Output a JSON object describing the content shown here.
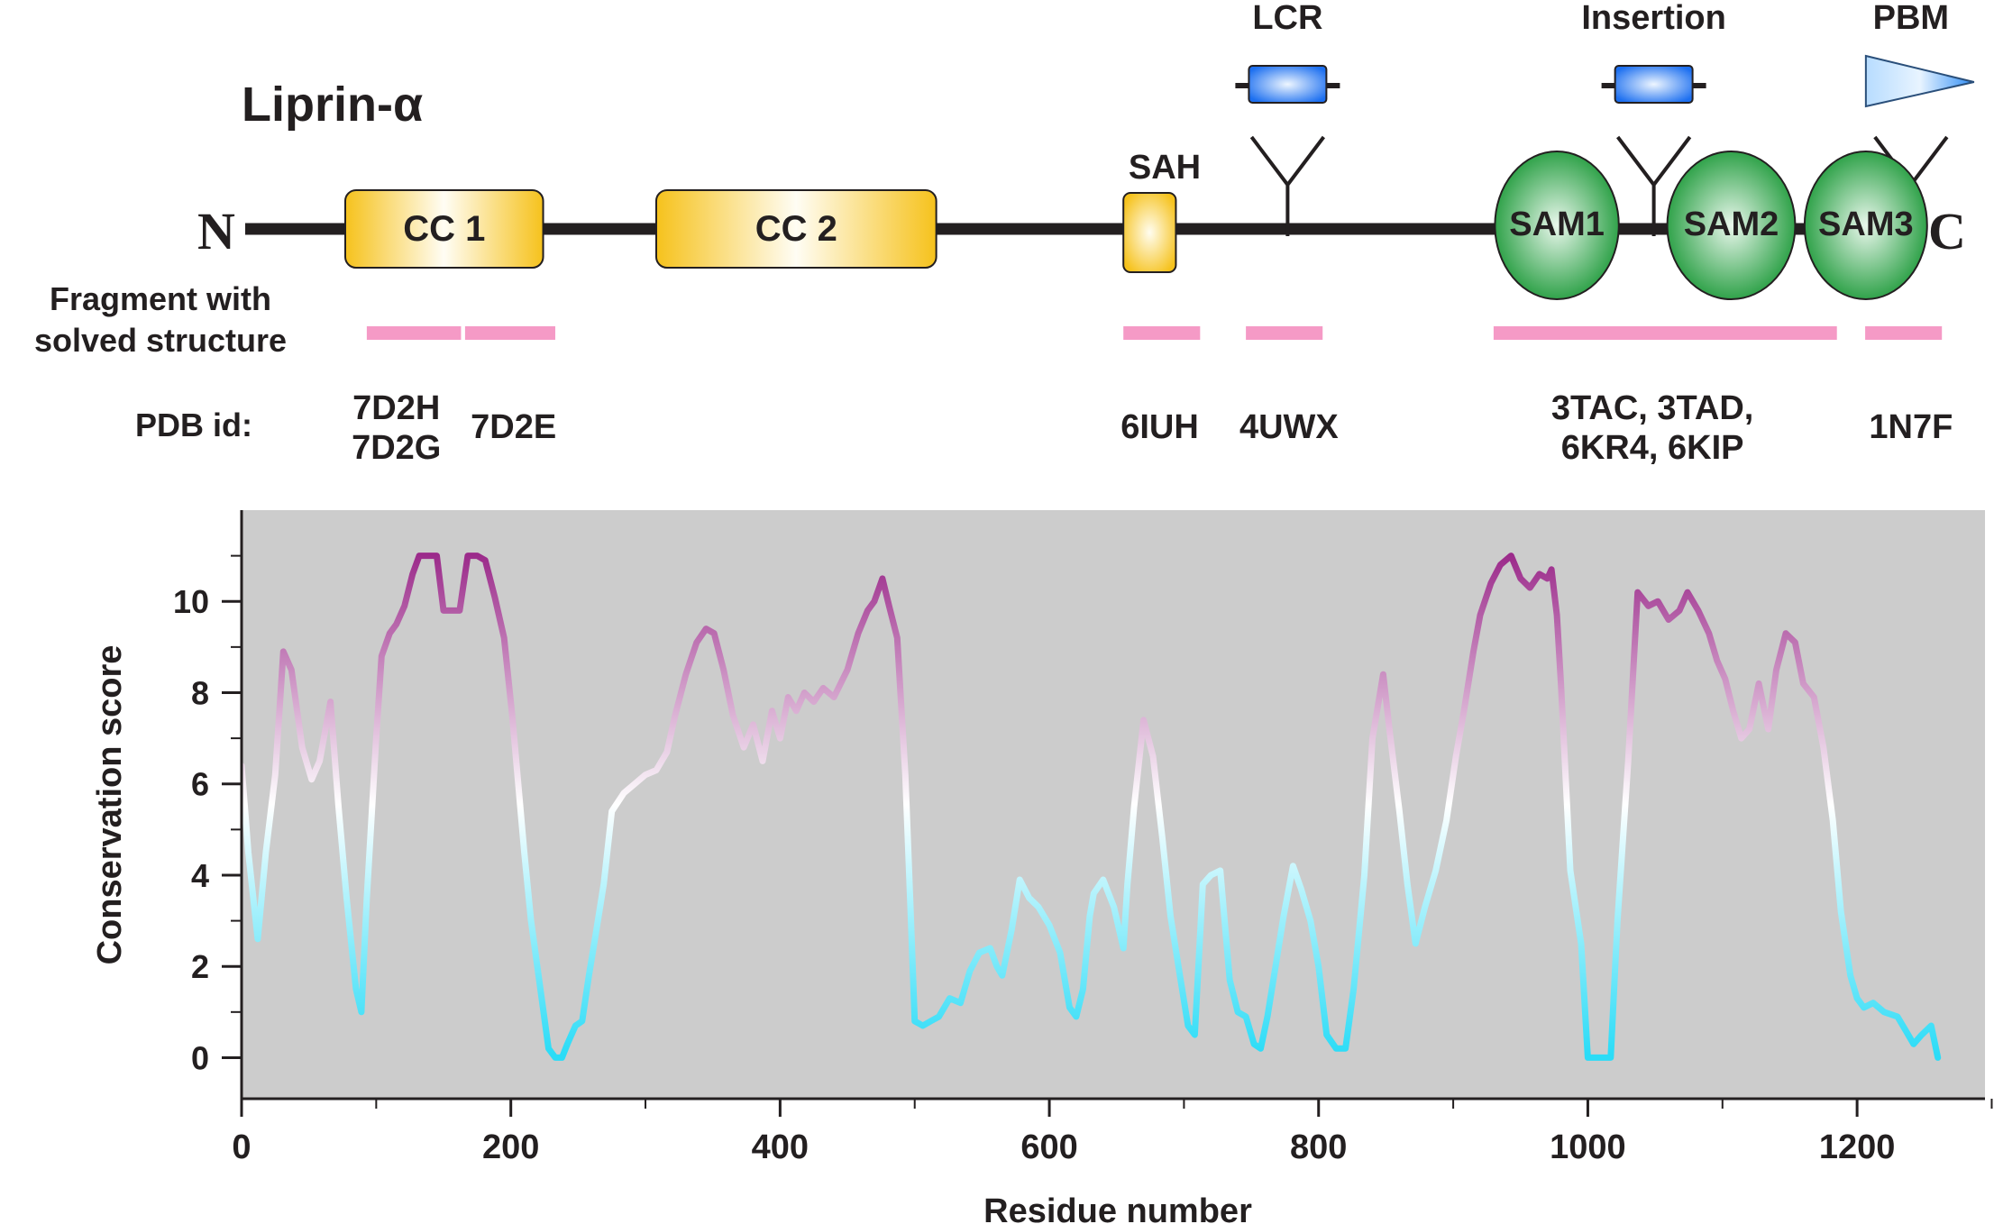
{
  "domain_diagram": {
    "protein_name": "Liprin-α",
    "n_term": "N",
    "c_term": "C",
    "domains": [
      {
        "id": "cc1",
        "label": "CC 1",
        "kind": "coiled-coil",
        "start": 77,
        "end": 224
      },
      {
        "id": "cc2",
        "label": "CC 2",
        "kind": "coiled-coil",
        "start": 308,
        "end": 516
      },
      {
        "id": "sah",
        "label": "SAH",
        "kind": "sah",
        "start": 655,
        "end": 694
      },
      {
        "id": "sam1",
        "label": "SAM1",
        "kind": "sam",
        "start": 931,
        "end": 1023
      },
      {
        "id": "sam2",
        "label": "SAM2",
        "kind": "sam",
        "start": 1059,
        "end": 1154
      },
      {
        "id": "sam3",
        "label": "SAM3",
        "kind": "sam",
        "start": 1161,
        "end": 1252
      }
    ],
    "sah_label": "SAH",
    "inserts": [
      {
        "id": "lcr",
        "label": "LCR",
        "kind": "box",
        "at": 777
      },
      {
        "id": "insertion",
        "label": "Insertion",
        "kind": "box",
        "at": 1049
      },
      {
        "id": "pbm",
        "label": "PBM",
        "kind": "triangle",
        "at": 1240
      }
    ],
    "fragment_label_line1": "Fragment with",
    "fragment_label_line2": "solved structure",
    "fragments": [
      {
        "start": 93,
        "end": 163
      },
      {
        "start": 166,
        "end": 233
      },
      {
        "start": 655,
        "end": 712
      },
      {
        "start": 746,
        "end": 803
      },
      {
        "start": 930,
        "end": 1185
      },
      {
        "start": 1206,
        "end": 1263
      }
    ],
    "pdb_label": "PDB id:",
    "pdb_ids": [
      {
        "lines": [
          "7D2H",
          "7D2G"
        ],
        "at": 115
      },
      {
        "lines": [
          "7D2E"
        ],
        "at": 202
      },
      {
        "lines": [
          "6IUH"
        ],
        "at": 682
      },
      {
        "lines": [
          "4UWX"
        ],
        "at": 778
      },
      {
        "lines": [
          "3TAC, 3TAD,",
          "6KR4, 6KIP"
        ],
        "at": 1048
      },
      {
        "lines": [
          "1N7F"
        ],
        "at": 1240
      }
    ]
  },
  "chart_data": {
    "type": "line",
    "title": "",
    "xlabel": "Residue number",
    "ylabel": "Conservation score",
    "xlim": [
      0,
      1295
    ],
    "ylim": [
      -0.9,
      12
    ],
    "xticks": [
      0,
      200,
      400,
      600,
      800,
      1000,
      1200
    ],
    "yticks": [
      0,
      2,
      4,
      6,
      8,
      10
    ],
    "background": "#cccccc",
    "color_low": "#2bdcf7",
    "color_mid": "#ffffff",
    "color_high": "#9b2a8a",
    "series": [
      {
        "x": [
          0,
          5,
          12,
          18,
          25,
          31,
          37,
          45,
          52,
          58,
          66,
          72,
          78,
          85,
          89,
          93,
          100,
          104,
          110,
          115,
          121,
          127,
          132,
          145,
          150,
          157,
          162,
          168,
          175,
          181,
          188,
          195,
          201,
          210,
          215,
          222,
          228,
          233,
          238,
          242,
          248,
          253,
          258,
          263,
          269,
          275,
          284,
          292,
          300,
          308,
          316,
          322,
          330,
          338,
          345,
          351,
          358,
          365,
          373,
          380,
          387,
          394,
          400,
          406,
          412,
          418,
          425,
          432,
          440,
          450,
          458,
          465,
          470,
          476,
          481,
          487,
          493,
          497,
          500,
          506,
          512,
          518,
          526,
          534,
          541,
          548,
          556,
          561,
          565,
          572,
          578,
          585,
          592,
          600,
          608,
          615,
          620,
          625,
          630,
          633,
          640,
          648,
          655,
          658,
          663,
          670,
          677,
          684,
          690,
          697,
          703,
          708,
          714,
          720,
          727,
          734,
          740,
          746,
          752,
          757,
          762,
          768,
          774,
          781,
          787,
          794,
          800,
          806,
          813,
          820,
          826,
          834,
          840,
          848,
          853,
          860,
          866,
          872,
          879,
          887,
          895,
          902,
          908,
          915,
          920,
          928,
          935,
          943,
          950,
          957,
          964,
          970,
          973,
          977,
          980,
          987,
          995,
          1000,
          1005,
          1010,
          1017,
          1022,
          1030,
          1037,
          1045,
          1052,
          1060,
          1068,
          1074,
          1082,
          1090,
          1096,
          1102,
          1108,
          1114,
          1120,
          1127,
          1134,
          1140,
          1147,
          1154,
          1160,
          1168,
          1175,
          1182,
          1188,
          1195,
          1200,
          1205,
          1212,
          1220,
          1230,
          1236,
          1242,
          1248,
          1255,
          1260
        ],
        "y": [
          6.4,
          4.5,
          2.6,
          4.5,
          6.2,
          8.9,
          8.5,
          6.8,
          6.1,
          6.5,
          7.8,
          5.5,
          3.5,
          1.5,
          1.0,
          3.5,
          7.0,
          8.8,
          9.3,
          9.5,
          9.9,
          10.6,
          11.0,
          11.0,
          9.8,
          9.8,
          9.8,
          11.0,
          11.0,
          10.9,
          10.1,
          9.2,
          7.5,
          4.5,
          3.0,
          1.5,
          0.2,
          0.0,
          0.0,
          0.3,
          0.7,
          0.8,
          1.8,
          2.7,
          3.8,
          5.4,
          5.8,
          6.0,
          6.2,
          6.3,
          6.7,
          7.5,
          8.4,
          9.1,
          9.4,
          9.3,
          8.5,
          7.5,
          6.8,
          7.3,
          6.5,
          7.6,
          7.0,
          7.9,
          7.6,
          8.0,
          7.8,
          8.1,
          7.9,
          8.5,
          9.3,
          9.8,
          10.0,
          10.5,
          9.9,
          9.2,
          6.2,
          3.2,
          0.8,
          0.7,
          0.8,
          0.9,
          1.3,
          1.2,
          1.9,
          2.3,
          2.4,
          2.0,
          1.8,
          2.8,
          3.9,
          3.5,
          3.3,
          2.9,
          2.3,
          1.1,
          0.9,
          1.5,
          3.1,
          3.6,
          3.9,
          3.3,
          2.4,
          3.8,
          5.5,
          7.4,
          6.6,
          4.8,
          3.1,
          1.8,
          0.7,
          0.5,
          3.8,
          4.0,
          4.1,
          1.7,
          1.0,
          0.9,
          0.3,
          0.2,
          0.9,
          2.0,
          3.1,
          4.2,
          3.7,
          3.0,
          2.0,
          0.5,
          0.2,
          0.2,
          1.5,
          4.0,
          7.0,
          8.4,
          7.1,
          5.4,
          3.8,
          2.5,
          3.3,
          4.1,
          5.2,
          6.6,
          7.6,
          8.9,
          9.7,
          10.4,
          10.8,
          11.0,
          10.5,
          10.3,
          10.6,
          10.5,
          10.7,
          9.7,
          8.2,
          4.1,
          2.5,
          0.0,
          0.0,
          0.0,
          0.0,
          3.0,
          6.5,
          10.2,
          9.9,
          10.0,
          9.6,
          9.8,
          10.2,
          9.8,
          9.3,
          8.7,
          8.3,
          7.6,
          7.0,
          7.2,
          8.2,
          7.2,
          8.5,
          9.3,
          9.1,
          8.2,
          7.9,
          6.8,
          5.2,
          3.2,
          1.8,
          1.3,
          1.1,
          1.2,
          1.0,
          0.9,
          0.6,
          0.3,
          0.5,
          0.7,
          0.0
        ]
      }
    ]
  }
}
